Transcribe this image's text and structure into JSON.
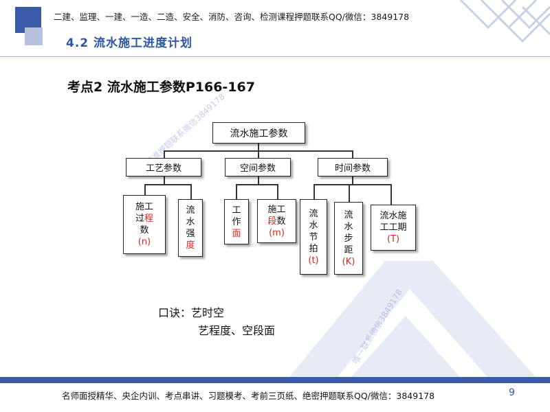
{
  "header": {
    "promo": "二建、监理、一建、一造、二造、安全、消防、咨询、检测课程押题联系QQ/微信：3849178",
    "section": "4.2  流水施工进度计划"
  },
  "heading": "考点2  流水施工参数P166-167",
  "tree": {
    "root": "流水施工参数",
    "categories": [
      "工艺参数",
      "空间参数",
      "时间参数"
    ],
    "craft": {
      "process_count": {
        "l1": "施工",
        "l2a": "过",
        "l2b": "程",
        "l3": "数",
        "l4": "(n)"
      },
      "intensity": {
        "c1": "流",
        "c2": "水",
        "c3": "强",
        "c4": "度"
      }
    },
    "space": {
      "work_face": {
        "c1": "工",
        "c2": "作",
        "c3": "面"
      },
      "segments": {
        "l1": "施工",
        "l2a": "段",
        "l2b": "数",
        "l3": "(m)"
      }
    },
    "time": {
      "beat": {
        "c1": "流",
        "c2": "水",
        "c3": "节",
        "c4": "拍",
        "c5": "(t)"
      },
      "step": {
        "c1": "流",
        "c2": "水",
        "c3": "步",
        "c4": "距",
        "c5": "(K)"
      },
      "period": {
        "l1": "流水施",
        "l2": "工工期",
        "l3": "(T)"
      }
    }
  },
  "mnemonic": {
    "label": "口诀：",
    "line1": "艺时空",
    "line2": "艺程度、空段面"
  },
  "watermarks": {
    "left": "精准押题联系微信3849178",
    "right": "唯一联系微信3849178"
  },
  "footer": {
    "promo": "名师面授精华、央企内训、考点串讲、习题模考、考前三页纸、绝密押题联系QQ/微信：3849178",
    "page": "9"
  },
  "colors": {
    "accent": "#3a5ca8",
    "highlight": "#e2231a"
  }
}
